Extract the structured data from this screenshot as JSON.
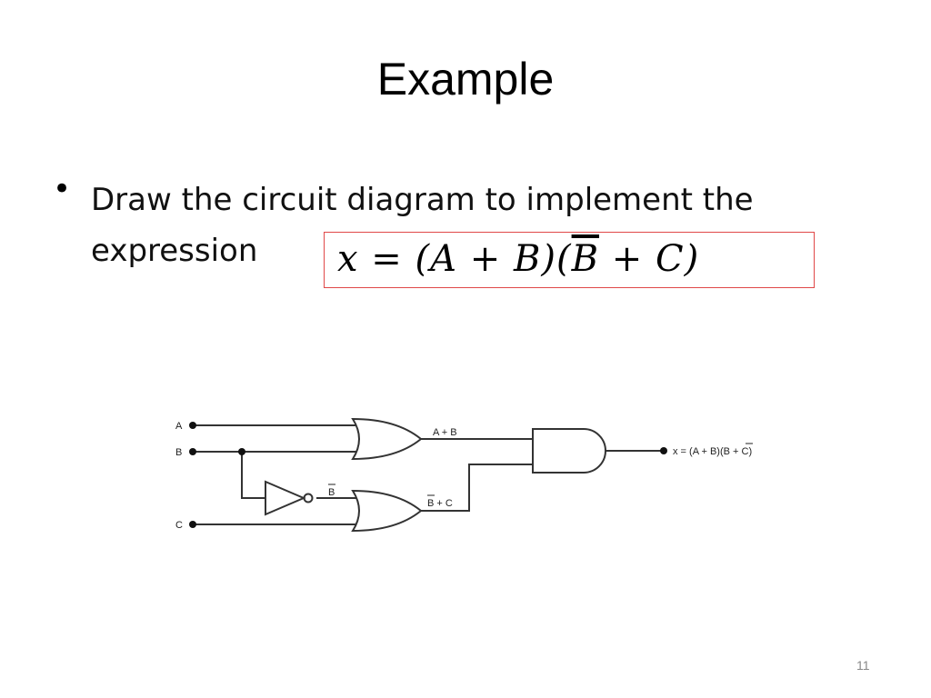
{
  "slide": {
    "title": "Example",
    "bullet_text": "Draw the circuit diagram to implement the expression",
    "formula": {
      "lhs": "x",
      "eq": " = (",
      "a": "A",
      "plus1": " + ",
      "b": "B",
      "mid": ")(",
      "b_bar": "B",
      "plus2": " + ",
      "c": "C",
      "end": ")"
    },
    "accent_color": "#e04848",
    "page_number": "11"
  },
  "circuit": {
    "inputs": {
      "a": "A",
      "b": "B",
      "c": "C"
    },
    "labels": {
      "or1_out": "A + B",
      "not_out": "B",
      "or2_out_bar": "B",
      "or2_out_rest": " + C",
      "output_prefix": "x = (A + B)(",
      "output_bar": "B",
      "output_suffix": " + C)"
    }
  }
}
